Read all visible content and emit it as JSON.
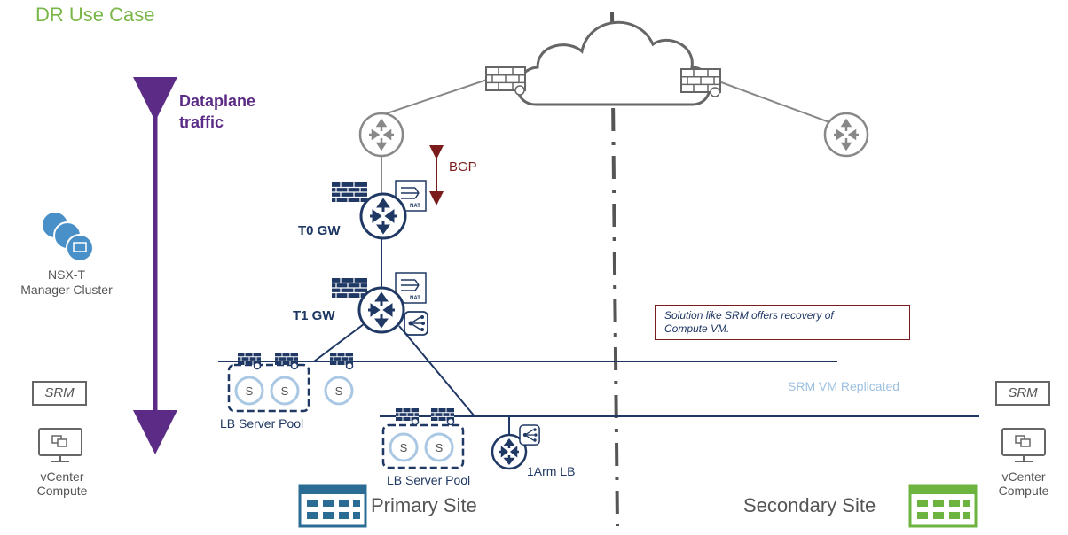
{
  "title": "DR Use Case",
  "dataplane": {
    "line1": "Dataplane",
    "line2": "traffic"
  },
  "nsx": {
    "line1": "NSX-T",
    "line2": "Manager Cluster"
  },
  "srm_label": "SRM",
  "vcenter": {
    "line1": "vCenter",
    "line2": "Compute"
  },
  "bgp_label": "BGP",
  "t0_label": "T0 GW",
  "t1_label": "T1 GW",
  "nat_label": "NAT",
  "server_label": "S",
  "lb_pool_label": "LB Server Pool",
  "one_arm_lb_label": "1Arm LB",
  "note": {
    "line1": "Solution like SRM offers recovery of",
    "line2": "Compute VM."
  },
  "srm_replicated": "SRM VM Replicated",
  "primary_site": "Primary Site",
  "secondary_site": "Secondary Site",
  "colors": {
    "title_green": "#7ab648",
    "dataplane_purple": "#5b2b86",
    "navy": "#1f3864",
    "bgp_red": "#7a1c1c",
    "site_blue": "#2b6c94",
    "site_green": "#6db33f",
    "replicated_blue": "#9cc0e0"
  }
}
